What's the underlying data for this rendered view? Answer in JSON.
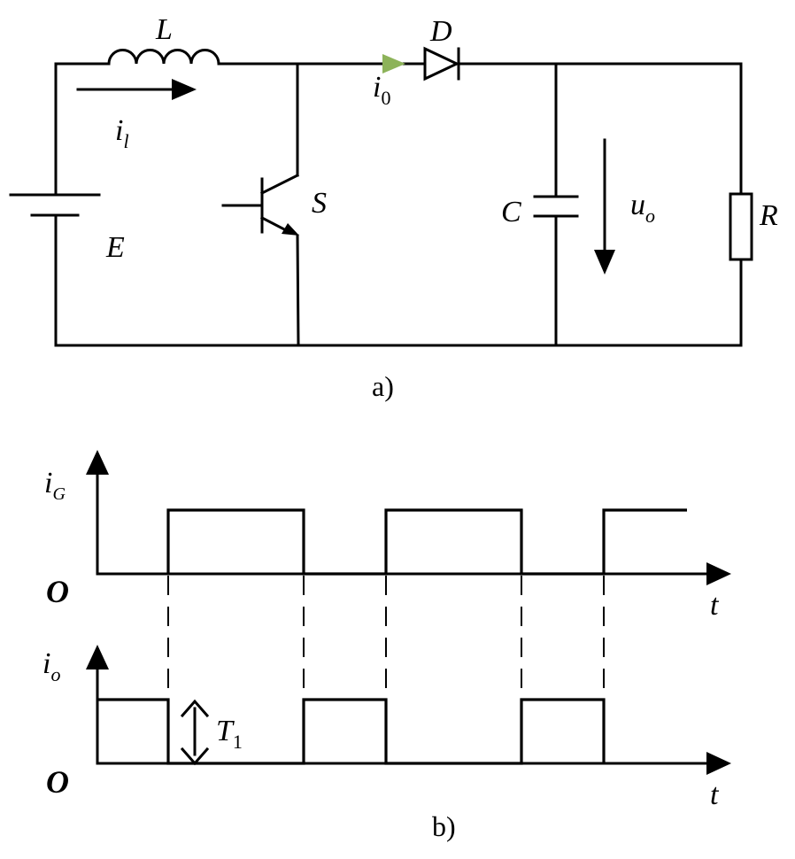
{
  "circuit": {
    "caption": "a)",
    "inductor_label": "L",
    "inductor_current_main": "i",
    "inductor_current_sub": "l",
    "diode_label": "D",
    "diode_current_main": "i",
    "diode_current_sub": "0",
    "switch_label": "S",
    "source_label": "E",
    "capacitor_label": "C",
    "output_voltage_main": "u",
    "output_voltage_sub": "o",
    "load_label": "R",
    "current_marker_color": "#8db35a"
  },
  "waveforms": {
    "caption": "b)",
    "top_y_main": "i",
    "top_y_sub": "G",
    "bottom_y_main": "i",
    "bottom_y_sub": "o",
    "origin_label_top": "O",
    "origin_label_bottom": "O",
    "time_label_top": "t",
    "time_label_bottom": "t",
    "interval_main": "T",
    "interval_sub": "1"
  }
}
